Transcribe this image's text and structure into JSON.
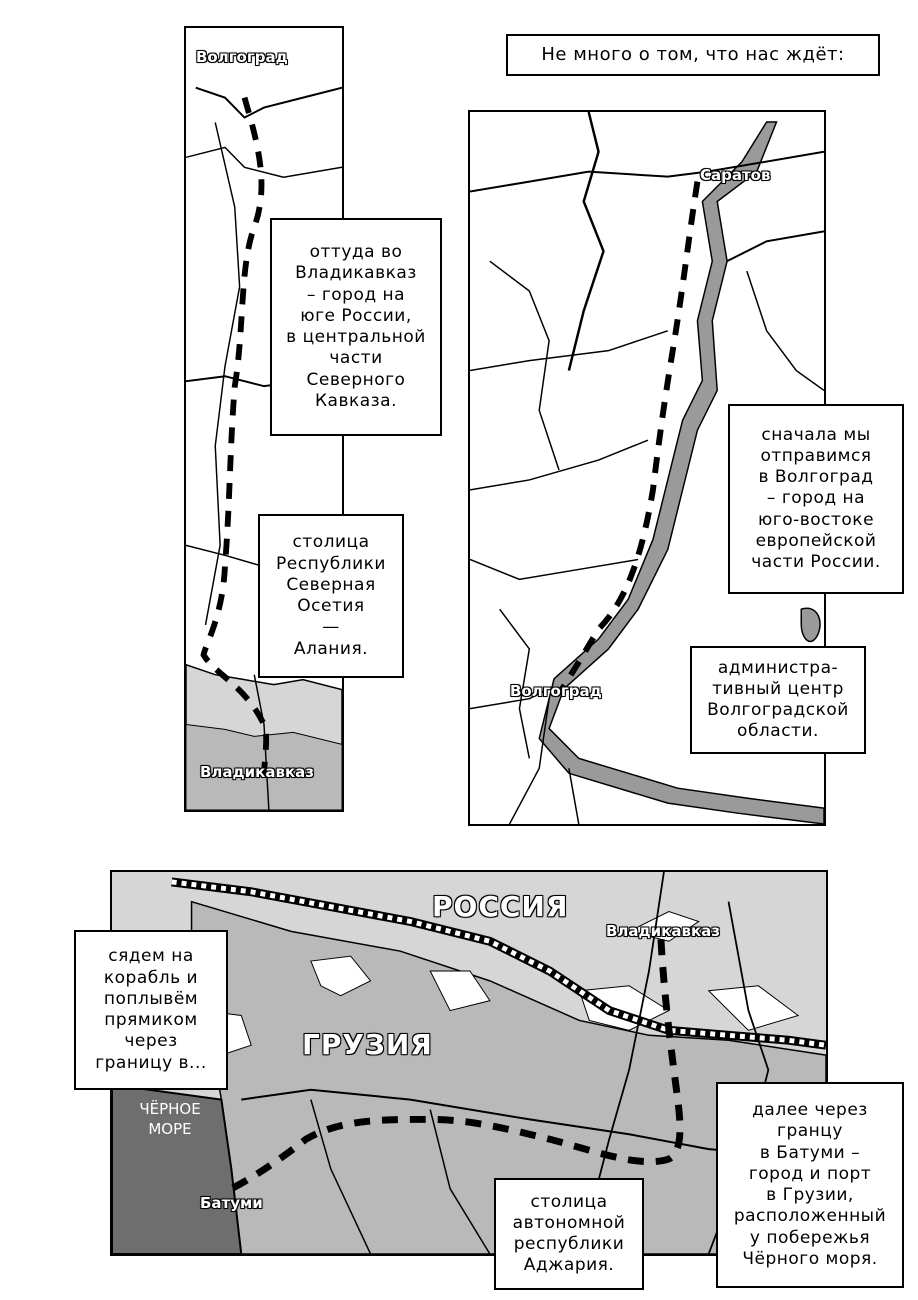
{
  "intro_caption": "Не много о том, что нас ждёт:",
  "panel_left": {
    "label_top": "Волгоград",
    "label_bottom": "Владикавказ",
    "caption_1": "оттуда во\nВладикавказ\n– город на\nюге России,\nв центральной\nчасти\nСеверного\nКавказа.",
    "caption_2": "столица\nРеспублики\nСеверная\nОсетия\n—\nАлания."
  },
  "panel_right": {
    "label_top": "Саратов",
    "label_bottom": "Волгоград",
    "caption_1": "сначала мы\nотправимся\nв Волгоград\n– город на\nюго-востоке\nевропейской\nчасти России.",
    "caption_2": "администра-\nтивный центр\nВолгоградской\nобласти."
  },
  "panel_bottom": {
    "label_russia": "РОССИЯ",
    "label_georgia": "ГРУЗИЯ",
    "label_vladikavkaz": "Владикавказ",
    "label_batumi": "Батуми",
    "label_sea": "ЧЁРНОЕ\nМОРЕ",
    "caption_1": "сядем на\nкорабль и\nпоплывём\nпрямиком\nчерез\nграницу в...",
    "caption_2": "столица\nавтономной\nреспублики\nАджария.",
    "caption_3": "далее через\nгранцу\nв Батуми –\nгород и порт\nв Грузии,\nрасположенный\nу побережья\nЧёрного моря."
  },
  "colors": {
    "ink": "#000000",
    "paper": "#ffffff",
    "river": "#9a9a9a",
    "land_georgia": "#b9b9b9",
    "land_russia": "#d6d6d6",
    "sea": "#6e6e6e"
  }
}
